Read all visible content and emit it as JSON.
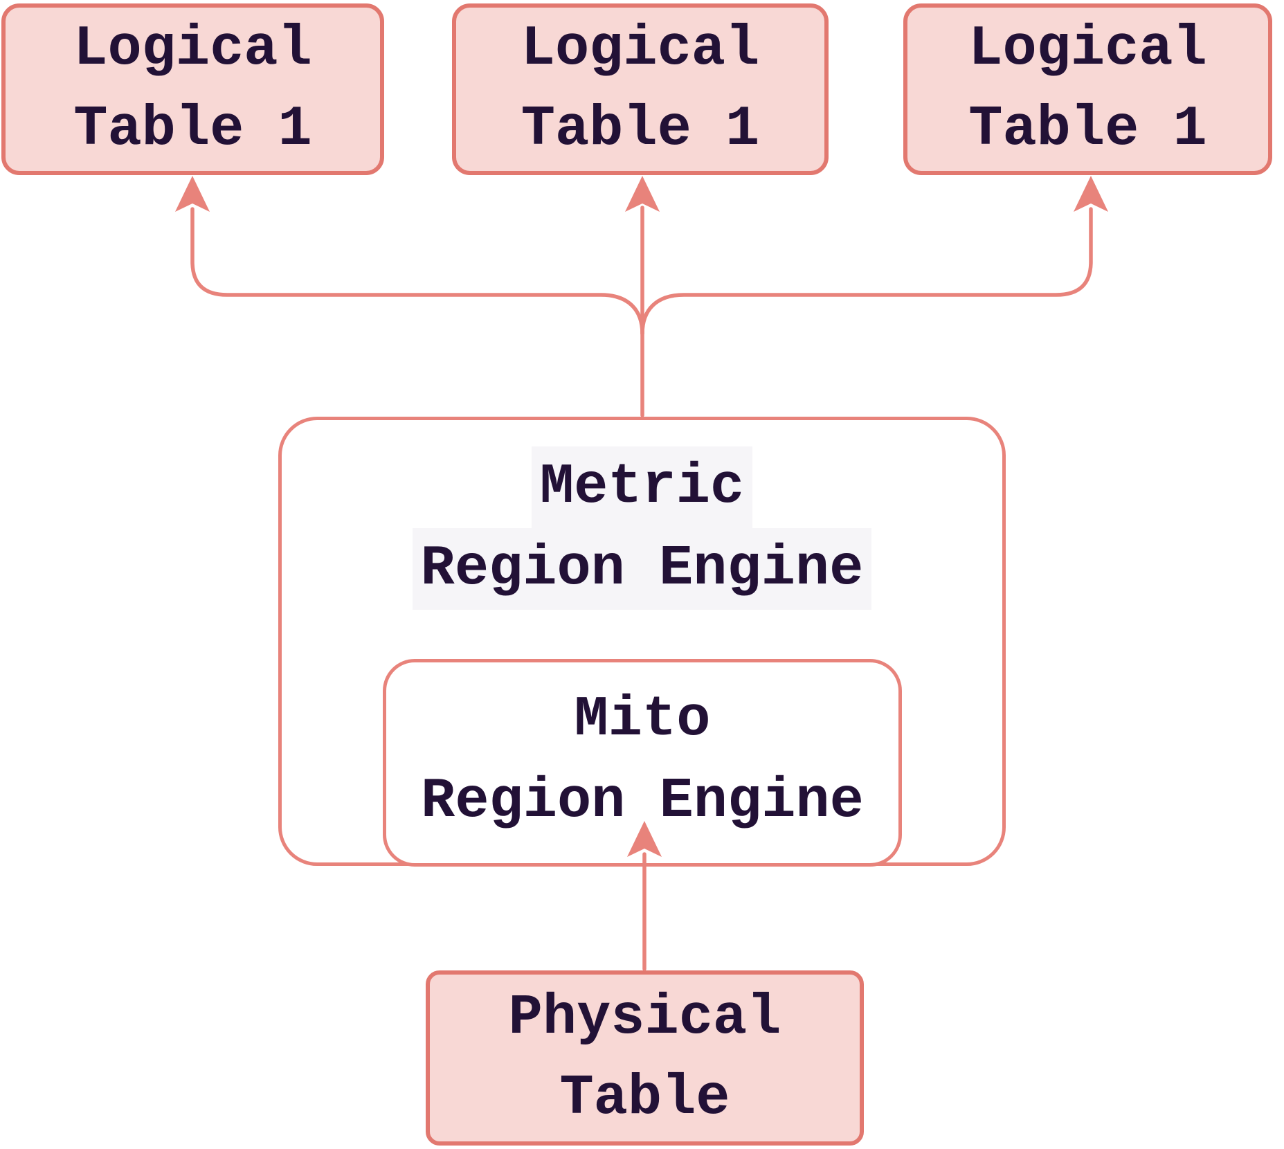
{
  "colors": {
    "accent": "#E8837B",
    "border": "#E2786F",
    "fill": "#F8D8D5",
    "white": "#FFFFFF",
    "highlight": "#F6F5F8",
    "text": "#221136",
    "bg": "#FFFFFF"
  },
  "nodes": {
    "logical_left": {
      "line1": "Logical",
      "line2": "Table 1"
    },
    "logical_middle": {
      "line1": "Logical",
      "line2": "Table 1"
    },
    "logical_right": {
      "line1": "Logical",
      "line2": "Table 1"
    },
    "metric": {
      "line1": "Metric",
      "line2": "Region Engine"
    },
    "mito": {
      "line1": "Mito",
      "line2": "Region Engine"
    },
    "physical": {
      "line1": "Physical",
      "line2": "Table"
    }
  },
  "edges": [
    {
      "from": "metric-region-engine",
      "to": "logical-table-1-left",
      "arrow": "up"
    },
    {
      "from": "metric-region-engine",
      "to": "logical-table-1-middle",
      "arrow": "up"
    },
    {
      "from": "metric-region-engine",
      "to": "logical-table-1-right",
      "arrow": "up"
    },
    {
      "from": "physical-table",
      "to": "mito-region-engine",
      "arrow": "up"
    }
  ]
}
